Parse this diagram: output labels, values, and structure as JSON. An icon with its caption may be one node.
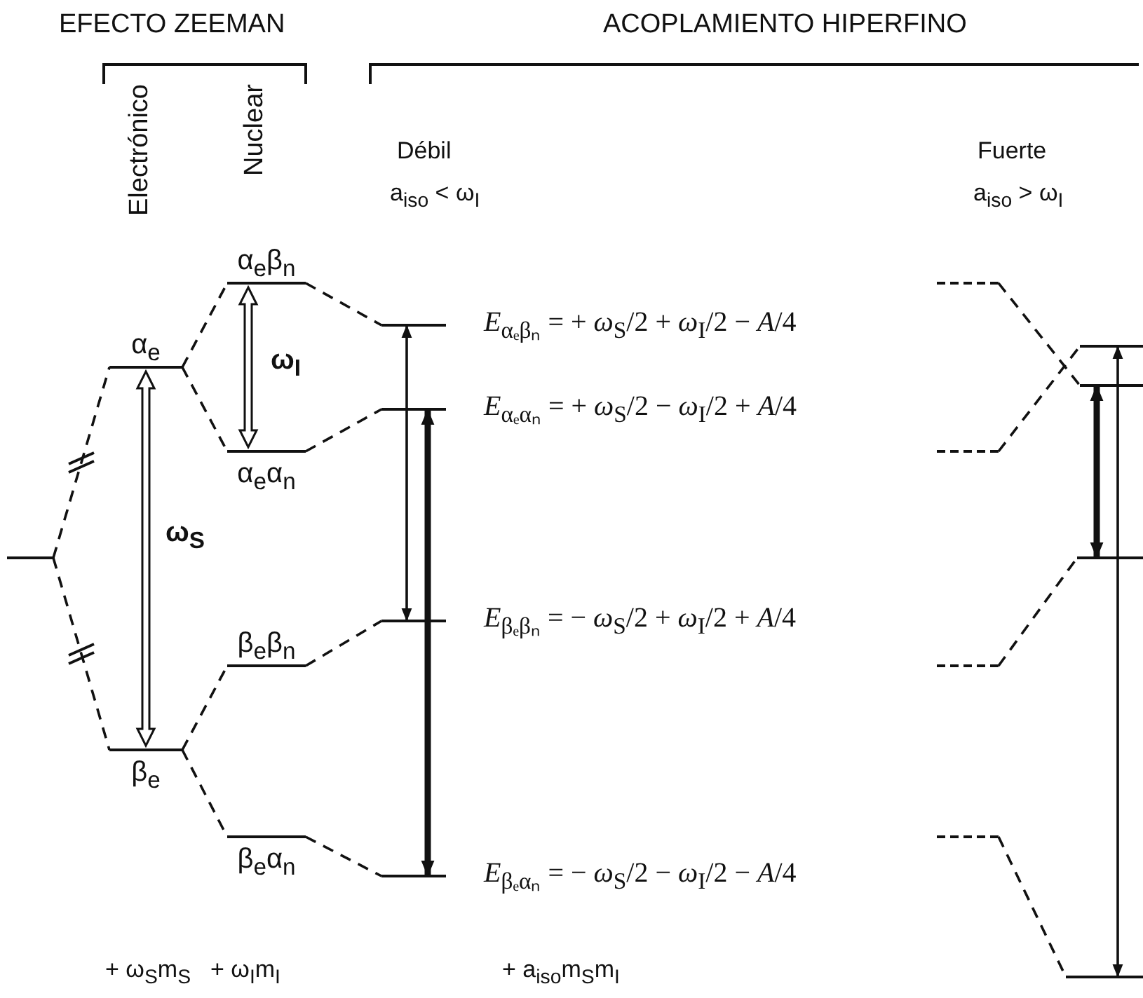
{
  "diagram": {
    "nodes": [
      {
        "text": [],
        "shape": "bar"
      },
      {
        "text": [
          "α$_{e}$"
        ]
      },
      {
        "text": [
          "β$_{e}$"
        ]
      },
      {
        "text": [
          "α$_{e}$β$_{n}$"
        ]
      },
      {
        "text": [
          "α$_{e}$α$_{n}$"
        ]
      },
      {
        "text": [
          "β$_{e}$β$_{n}$"
        ]
      },
      {
        "text": [
          "β$_{e}$α$_{n}$"
        ]
      },
      {
        "text": [],
        "shape": "bar",
        "beside": [
          "*E*$_{αₑβₙ}$ = + *ω*$_{S}$/2 + *ω*$_{I}$/2 − *A*/4"
        ]
      },
      {
        "text": [],
        "shape": "bar",
        "beside": [
          "*E*$_{αₑαₙ}$ = + *ω*$_{S}$/2 − *ω*$_{I}$/2 + *A*/4"
        ]
      },
      {
        "text": [],
        "shape": "bar",
        "beside": [
          "*E*$_{βₑβₙ}$ = − *ω*$_{S}$/2 + *ω*$_{I}$/2 + *A*/4"
        ]
      },
      {
        "text": [],
        "shape": "bar",
        "beside": [
          "*E*$_{βₑαₙ}$ = − *ω*$_{S}$/2 − *ω*$_{I}$/2 − *A*/4"
        ]
      },
      {
        "text": [],
        "shape": "bar"
      },
      {
        "text": [],
        "shape": "bar"
      },
      {
        "text": [],
        "shape": "bar"
      },
      {
        "text": [],
        "shape": "bar"
      },
      {
        "text": [],
        "shape": "bar"
      },
      {
        "text": [],
        "shape": "bar"
      },
      {
        "text": [],
        "shape": "bar"
      },
      {
        "text": [],
        "shape": "bar"
      }
    ],
    "edges": [
      {
        "from": 0,
        "to": 1,
        "arrow": "none",
        "style": "dashed"
      },
      {
        "from": 0,
        "to": 2,
        "arrow": "none",
        "style": "dashed"
      },
      {
        "from": 1,
        "to": 3,
        "arrow": "none",
        "style": "dashed"
      },
      {
        "from": 1,
        "to": 4,
        "arrow": "none",
        "style": "dashed"
      },
      {
        "from": 2,
        "to": 5,
        "arrow": "none",
        "style": "dashed"
      },
      {
        "from": 2,
        "to": 6,
        "arrow": "none",
        "style": "dashed"
      },
      {
        "from": 3,
        "to": 7,
        "arrow": "none",
        "style": "dashed"
      },
      {
        "from": 4,
        "to": 8,
        "arrow": "none",
        "style": "dashed"
      },
      {
        "from": 5,
        "to": 9,
        "arrow": "none",
        "style": "dashed"
      },
      {
        "from": 6,
        "to": 10,
        "arrow": "none",
        "style": "dashed"
      },
      {
        "from": 11,
        "to": 16,
        "arrow": "none",
        "style": "dashed"
      },
      {
        "from": 12,
        "to": 15,
        "arrow": "none",
        "style": "dashed"
      },
      {
        "from": 13,
        "to": 17,
        "arrow": "none",
        "style": "dashed"
      },
      {
        "from": 14,
        "to": 18,
        "arrow": "none",
        "style": "dashed"
      },
      {
        "from": 1,
        "to": 2,
        "arrow": "both",
        "label": "ω$_{S}$"
      },
      {
        "from": 3,
        "to": 4,
        "arrow": "both",
        "label": "ω$_{I}$"
      },
      {
        "from": 7,
        "to": 9,
        "arrow": "both"
      },
      {
        "from": 8,
        "to": 10,
        "arrow": "both",
        "style": "thick"
      },
      {
        "from": 15,
        "to": 18,
        "arrow": "both"
      },
      {
        "from": 16,
        "to": 17,
        "arrow": "both",
        "style": "thick"
      }
    ],
    "labels": [
      "EFECTO ZEEMAN",
      "ACOPLAMIENTO HIPERFINO",
      "Electrónico",
      "Nuclear",
      "Débil",
      "a$_{iso}$ < ω$_{I}$",
      "Fuerte",
      "a$_{iso}$ > ω$_{I}$",
      "+ ω$_{S}$m$_{S}$",
      "+ ω$_{I}$m$_{I}$",
      "+ a$_{iso}$m$_{S}$m$_{I}$"
    ]
  }
}
